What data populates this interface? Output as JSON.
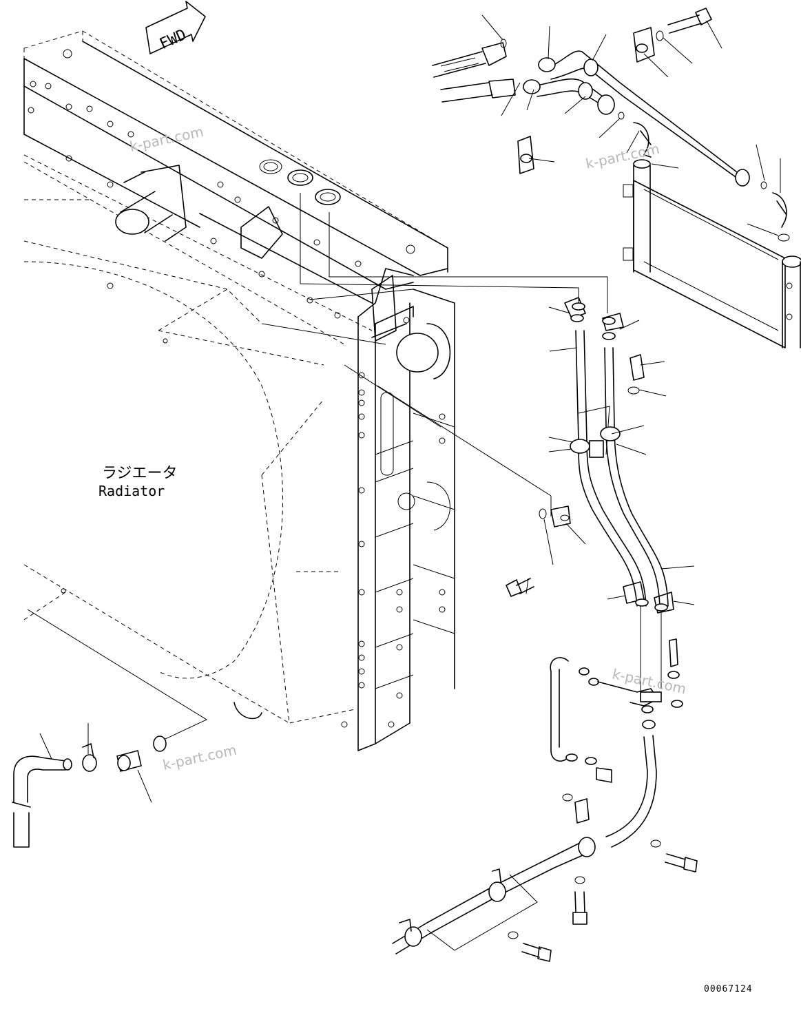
{
  "fwd_label": "FWD",
  "radiator_label_jp": "ラジエータ",
  "radiator_label_en": "Radiator",
  "watermark": "k-part.com",
  "drawing_code": "00067124"
}
